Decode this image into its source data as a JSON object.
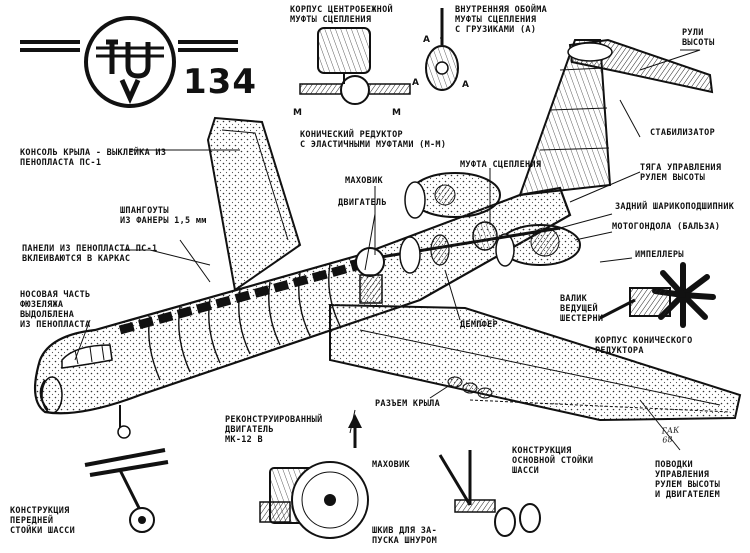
{
  "logo": {
    "text": "ТУ",
    "model": "134"
  },
  "labels": {
    "wing_console": "КОНСОЛЬ КРЫЛА - ВЫКЛЕЙКА ИЗ\nПЕНОПЛАСТА ПС-1",
    "frames": "ШПАНГОУТЫ\nИЗ ФАНЕРЫ 1,5 мм",
    "panels": "ПАНЕЛИ ИЗ ПЕНОПЛАСТА ПС-1\nВКЛЕИВАЮТСЯ В КАРКАС",
    "nose": "НОСОВАЯ ЧАСТЬ\nФЮЗЕЛЯЖА\nВЫДОЛБЛЕНА\nИЗ ПЕНОПЛАСТА",
    "clutch_housing": "КОРПУС ЦЕНТРОБЕЖНОЙ\nМУФТЫ СЦЕПЛЕНИЯ",
    "bevel_gear": "КОНИЧЕСКИЙ РЕДУКТОР\nС ЭЛАСТИЧНЫМИ МУФТАМИ (М-М)",
    "inner_race": "ВНУТРЕННЯЯ ОБОЙМА\nМУФТЫ СЦЕПЛЕНИЯ\nС ГРУЗИКАМИ (А)",
    "elevators": "РУЛИ\nВЫСОТЫ",
    "stabilizer": "СТАБИЛИЗАТОР",
    "elevator_rod": "ТЯГА УПРАВЛЕНИЯ\nРУЛЕМ ВЫСОТЫ",
    "clutch": "МУФТА СЦЕПЛЕНИЯ",
    "flywheel_top": "МАХОВИК",
    "engine": "ДВИГАТЕЛЬ",
    "rear_bearing": "ЗАДНИЙ ШАРИКОПОДШИПНИК",
    "nacelle": "МОТОГОНДОЛА (БАЛЬЗА)",
    "impellers": "ИМПЕЛЛЕРЫ",
    "damper": "ДЕМПФЕР",
    "shaft": "ВАЛИК\nВЕДУЩЕЙ\nШЕСТЕРНИ",
    "gear_housing": "КОРПУС КОНИЧЕСКОГО\nРЕДУКТОРА",
    "wing_joint": "РАЗЪЕМ КРЫЛА",
    "rebuilt_engine": "РЕКОНСТРУИРОВАННЫЙ\nДВИГАТЕЛЬ\nМК-12 В",
    "flywheel_bottom": "МАХОВИК",
    "main_gear": "КОНСТРУКЦИЯ\nОСНОВНОЙ СТОЙКИ\nШАССИ",
    "control_leads": "ПОВОДКИ\nУПРАВЛЕНИЯ\nРУЛЕМ ВЫСОТЫ\nИ ДВИГАТЕЛЕМ",
    "nose_gear": "КОНСТРУКЦИЯ\nПЕРЕДНЕЙ\nСТОЙКИ ШАССИ",
    "pulley": "ШКИВ ДЛЯ ЗА-\nПУСКА ШНУРОМ"
  },
  "marks": {
    "A": "А",
    "M": "М"
  },
  "signature": "ГАК\n68"
}
